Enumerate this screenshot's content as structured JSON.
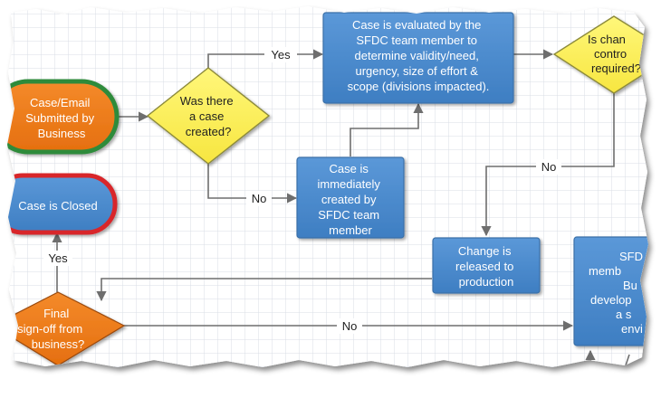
{
  "colors": {
    "grid": "#d9dee6",
    "blue_box": "#4a87c9",
    "blue_box_stroke": "#3a6fa8",
    "yellow": "#fdf15c",
    "orange": "#ef7b1a",
    "green_ring": "#2e8b3a",
    "red_ring": "#d8262b",
    "connector": "#6e6e6e"
  },
  "nodes": {
    "case_submitted": [
      "Case/Email",
      "Submitted by",
      "Business"
    ],
    "was_case_created": [
      "Was there",
      "a case",
      "created?"
    ],
    "case_evaluated": [
      "Case is evaluated by the",
      "SFDC team member to",
      "determine validity/need,",
      "urgency, size of effort &",
      "scope (divisions impacted)."
    ],
    "change_control": [
      "Is chan",
      "contro",
      "required?"
    ],
    "immediately_created": [
      "Case is",
      "immediately",
      "created by",
      "SFDC team",
      "member"
    ],
    "case_closed": [
      "Case is Closed"
    ],
    "change_released": [
      "Change is",
      "released to",
      "production"
    ],
    "final_signoff": [
      "Final",
      "sign-off from",
      "business?"
    ],
    "sfdc_member": [
      "SFD",
      "memb",
      "Bu",
      "develop",
      "a s",
      "envi"
    ]
  },
  "edges": {
    "yes_top": "Yes",
    "no_mid": "No",
    "no_right": "No",
    "yes_left": "Yes",
    "no_bottom": "No"
  }
}
